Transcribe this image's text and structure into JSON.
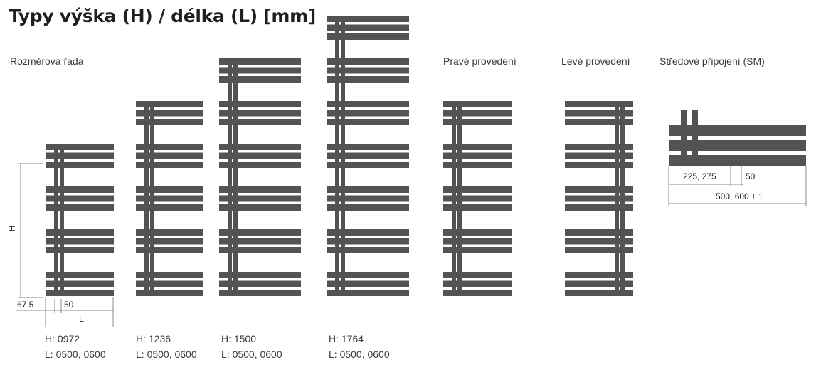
{
  "title": "Typy výška (H) / délka (L) [mm]",
  "section_labels": {
    "series": "Rozměrová řada",
    "right": "Pravé provedení",
    "left": "Levé provedení",
    "center": "Středové připojení (SM)"
  },
  "colors": {
    "radiator": "#535353",
    "dimension_line": "#888888"
  },
  "sizes": [
    {
      "h": "H: 0972",
      "l": "L: 0500, 0600"
    },
    {
      "h": "H: 1236",
      "l": "L: 0500, 0600"
    },
    {
      "h": "H: 1500",
      "l": "L: 0500, 0600"
    },
    {
      "h": "H: 1764",
      "l": "L: 0500, 0600"
    }
  ],
  "dimensions": {
    "height_label": "H",
    "length_label": "L",
    "offset": "67.5",
    "pipe_gap": "50",
    "center_offset": "225, 275",
    "center_gap": "50",
    "center_length": "500, 600 ± 1"
  }
}
